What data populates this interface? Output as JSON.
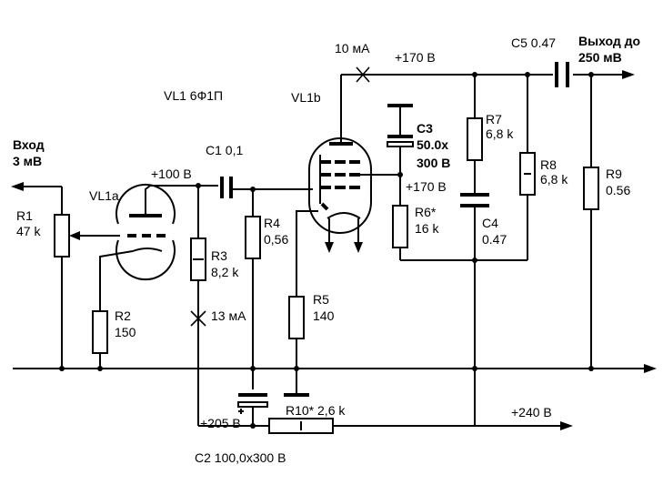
{
  "labels": {
    "input_title": "Вход",
    "input_level": "3 мВ",
    "output_title": "Выход до",
    "output_level": "250 мВ",
    "tube_type": "VL1 6Ф1П",
    "tube_a": "VL1a",
    "tube_b": "VL1b",
    "current_top": "10 мА",
    "current_mid": "13 мА",
    "v_plus170_top": "+170 В",
    "v_plus170_mid": "+170 В",
    "v_plus100": "+100 В",
    "v_plus205": "+205 В",
    "v_plus240": "+240 В",
    "R1_name": "R1",
    "R1_value": "47 k",
    "R2_name": "R2",
    "R2_value": "150",
    "R3_name": "R3",
    "R3_value": "8,2 k",
    "R4_name": "R4",
    "R4_value": "0,56",
    "R5_name": "R5",
    "R5_value": "140",
    "R6_name": "R6*",
    "R6_value": "16 k",
    "R7_name": "R7",
    "R7_value": "6,8 k",
    "R8_name": "R8",
    "R8_value": "6,8 k",
    "R9_name": "R9",
    "R9_value": "0.56",
    "R10": "R10* 2,6 k",
    "C1": "C1 0,1",
    "C2": "C2 100,0x300 В",
    "C3_name": "C3",
    "C3_value1": "50.0x",
    "C3_value2": "300 В",
    "C4_name": "C4",
    "C4_value": "0.47",
    "C5": "C5 0.47"
  }
}
